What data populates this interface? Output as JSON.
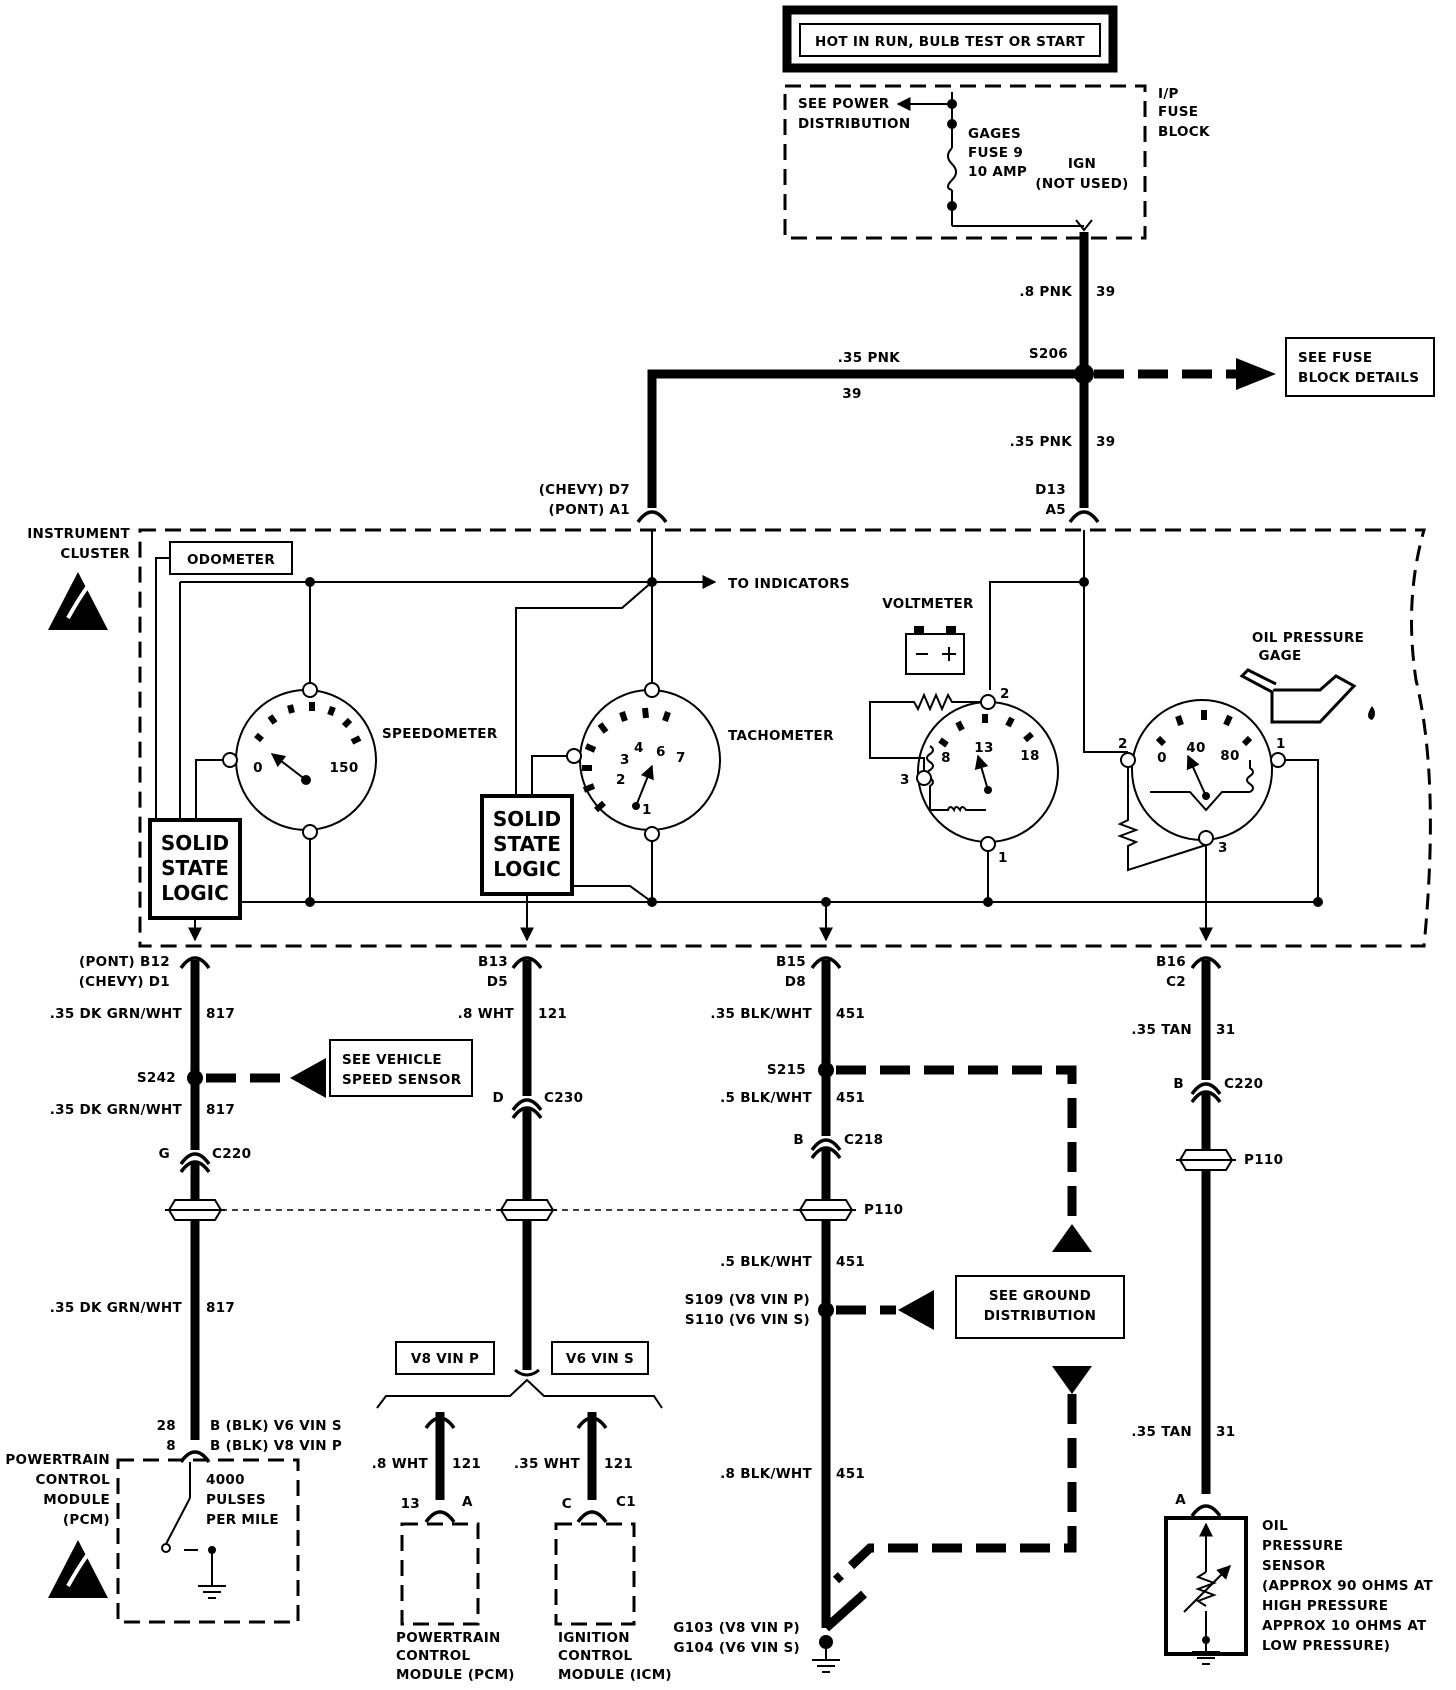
{
  "power": {
    "header": "HOT IN RUN, BULB TEST OR START",
    "see_power": [
      "SEE POWER",
      "DISTRIBUTION"
    ],
    "fuse_block": [
      "I/P",
      "FUSE",
      "BLOCK"
    ],
    "fuse": [
      "GAGES",
      "FUSE 9",
      "10 AMP"
    ],
    "ign": [
      "IGN",
      "(NOT USED)"
    ]
  },
  "top_wires": {
    "w1_gauge": ".8 PNK",
    "w1_circ": "39",
    "splice": "S206",
    "w2_gauge": ".35 PNK",
    "w2_circ": "39",
    "w3_gauge": ".35 PNK",
    "w3_circ": "39",
    "see_fuse": [
      "SEE FUSE",
      "BLOCK DETAILS"
    ]
  },
  "cluster_pins": {
    "left": [
      "(CHEVY)  D7",
      "(PONT)  A1"
    ],
    "right": [
      "D13",
      "A5"
    ]
  },
  "cluster": {
    "label": [
      "INSTRUMENT",
      "CLUSTER"
    ],
    "odometer": "ODOMETER",
    "to_indicators": "TO INDICATORS",
    "speedometer": "SPEEDOMETER",
    "speedo_min": "0",
    "speedo_max": "150",
    "tachometer": "TACHOMETER",
    "tach_ticks": [
      "1",
      "2",
      "3",
      "4",
      "6",
      "7"
    ],
    "voltmeter": "VOLTMETER",
    "volt_ticks": [
      "8",
      "13",
      "18"
    ],
    "volt_pins": [
      "2",
      "3",
      "1"
    ],
    "oil": [
      "OIL PRESSURE",
      "GAGE"
    ],
    "oil_ticks": [
      "0",
      "40",
      "80"
    ],
    "oil_pins": [
      "2",
      "1",
      "3"
    ],
    "ssl": [
      "SOLID",
      "STATE",
      "LOGIC"
    ]
  },
  "col1": {
    "pins": [
      "(PONT)  B12",
      "(CHEVY)  D1"
    ],
    "w1_gauge": ".35 DK GRN/WHT",
    "w1_circ": "817",
    "splice": "S242",
    "see_vss": [
      "SEE VEHICLE",
      "SPEED SENSOR"
    ],
    "w2_gauge": ".35 DK GRN/WHT",
    "w2_circ": "817",
    "conn_pin": "G",
    "conn": "C220",
    "w3_gauge": ".35 DK GRN/WHT",
    "w3_circ": "817",
    "pcm_pins": [
      "28",
      "8"
    ],
    "pcm_pin_desc": [
      "B  (BLK)  V6  VIN S",
      "B  (BLK)  V8  VIN P"
    ],
    "pcm": [
      "POWERTRAIN",
      "CONTROL",
      "MODULE",
      "(PCM)"
    ],
    "pulses": [
      "4000",
      "PULSES",
      "PER MILE"
    ]
  },
  "col2": {
    "pins": [
      "B13",
      "D5"
    ],
    "w1_gauge": ".8 WHT",
    "w1_circ": "121",
    "conn_pin": "D",
    "conn": "C230",
    "v8": "V8  VIN P",
    "v6": "V6  VIN S",
    "w_v8_gauge": ".8 WHT",
    "w_v8_circ": "121",
    "w_v6_gauge": ".35 WHT",
    "w_v6_circ": "121",
    "v8_pins": [
      "13",
      "A"
    ],
    "v6_pins": [
      "C",
      "C1"
    ],
    "pcm": [
      "POWERTRAIN",
      "CONTROL",
      "MODULE (PCM)"
    ],
    "icm": [
      "IGNITION",
      "CONTROL",
      "MODULE (ICM)"
    ]
  },
  "col3": {
    "pins": [
      "B15",
      "D8"
    ],
    "w1_gauge": ".35 BLK/WHT",
    "w1_circ": "451",
    "splice": "S215",
    "w2_gauge": ".5 BLK/WHT",
    "w2_circ": "451",
    "conn_pin": "B",
    "conn": "C218",
    "grommet": "P110",
    "w3_gauge": ".5 BLK/WHT",
    "w3_circ": "451",
    "splices2": [
      "S109  (V8  VIN P)",
      "S110  (V6  VIN S)"
    ],
    "see_ground": [
      "SEE GROUND",
      "DISTRIBUTION"
    ],
    "w4_gauge": ".8 BLK/WHT",
    "w4_circ": "451",
    "grounds": [
      "G103  (V8  VIN P)",
      "G104  (V6  VIN S)"
    ]
  },
  "col4": {
    "pins": [
      "B16",
      "C2"
    ],
    "w1_gauge": ".35 TAN",
    "w1_circ": "31",
    "conn_pin": "B",
    "conn": "C220",
    "grommet": "P110",
    "w2_gauge": ".35 TAN",
    "w2_circ": "31",
    "sensor_pin": "A",
    "sensor": [
      "OIL",
      "PRESSURE",
      "SENSOR",
      "(APPROX 90 OHMS AT",
      "HIGH PRESSURE",
      "APPROX 10 OHMS AT",
      "LOW PRESSURE)"
    ]
  }
}
